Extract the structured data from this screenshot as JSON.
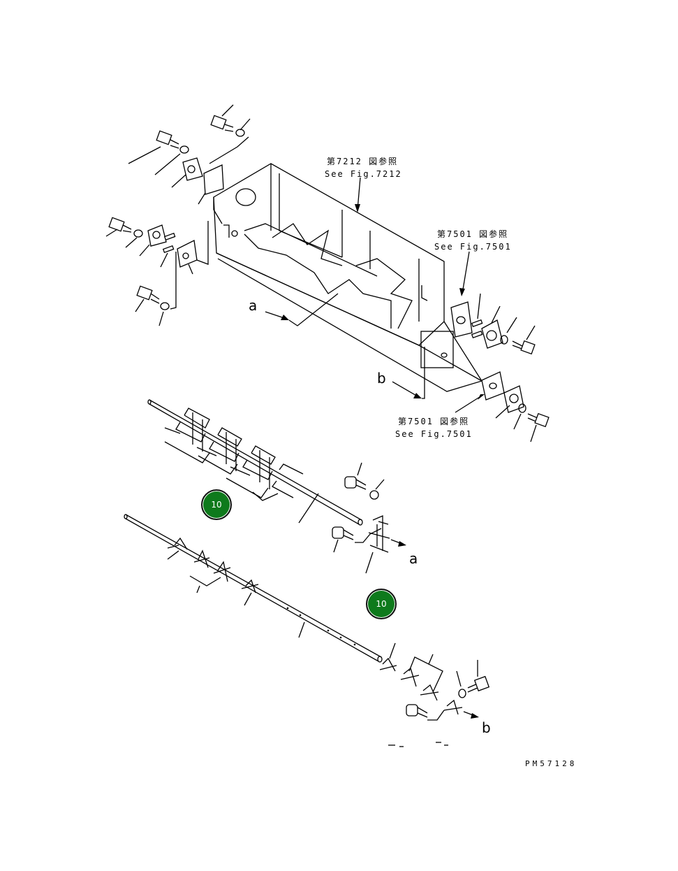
{
  "references": [
    {
      "id": "ref-7212",
      "ja": "第7212 図参照",
      "en": "See Fig.7212"
    },
    {
      "id": "ref-7501-top",
      "ja": "第7501 図参照",
      "en": "See Fig.7501"
    },
    {
      "id": "ref-7501-bottom",
      "ja": "第7501 図参照",
      "en": "See Fig.7501"
    }
  ],
  "arrow_labels": {
    "a_upper": "a",
    "b_upper": "b",
    "a_lower": "a",
    "b_lower": "b"
  },
  "callouts": [
    {
      "id": "callout-10-upper",
      "label": "10",
      "color": "#0e7a1c"
    },
    {
      "id": "callout-10-lower",
      "label": "10",
      "color": "#0e7a1c"
    }
  ],
  "drawing_code": "PM57128"
}
